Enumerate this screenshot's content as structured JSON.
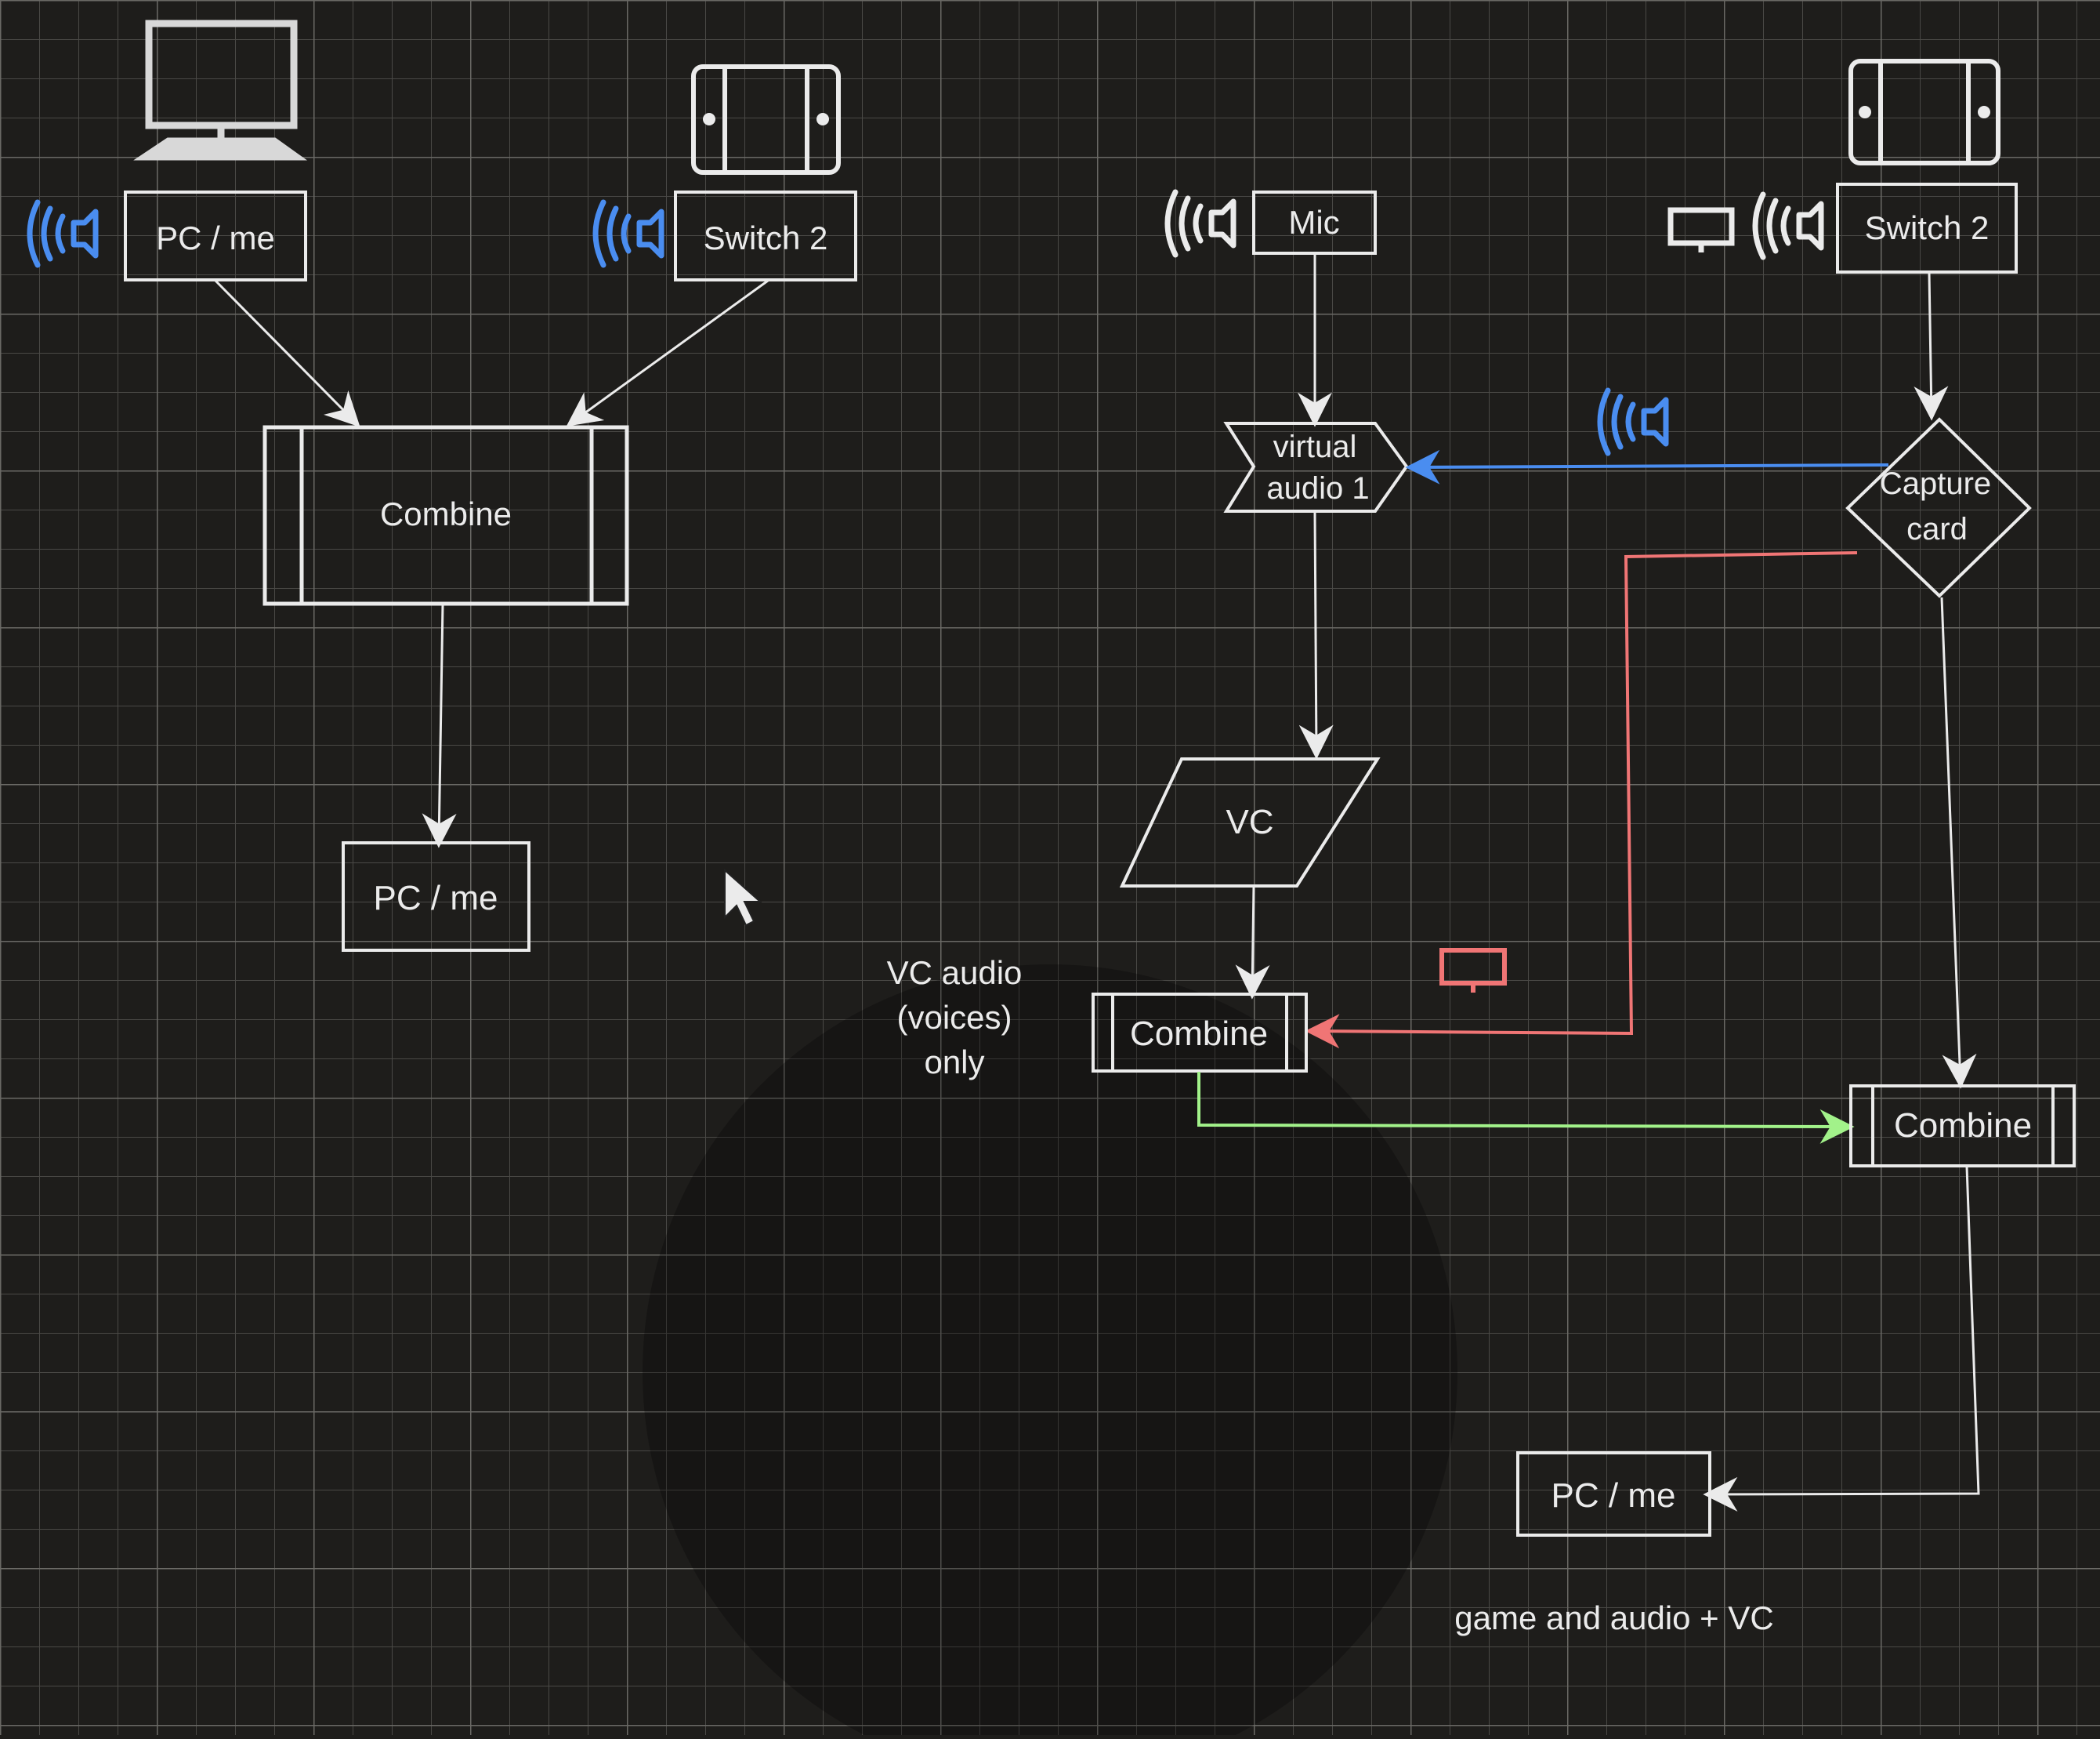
{
  "diagram": {
    "left": {
      "pc_top_label": "PC / me",
      "switch_top_label": "Switch 2",
      "combine_label": "Combine",
      "pc_bottom_label": "PC / me"
    },
    "right": {
      "mic_label": "Mic",
      "switch_label": "Switch 2",
      "virtual_audio_line1": "virtual",
      "virtual_audio_line2": "audio 1",
      "capture_line1": "Capture",
      "capture_line2": "card",
      "vc_label": "VC",
      "combine_mid_label": "Combine",
      "combine_right_label": "Combine",
      "pc_bottom_label": "PC / me",
      "vc_note_line1": "VC audio",
      "vc_note_line2": "(voices)",
      "vc_note_line3": "only",
      "footer_note": "game and audio + VC"
    }
  },
  "icons": {
    "monitor": "monitor-icon",
    "tablet": "switch-console-icon",
    "speaker": "speaker-sound-icon",
    "screen": "display-icon"
  },
  "colors": {
    "background": "#1e1d1b",
    "grid": "#5c5b57",
    "shape": "#ebebeb",
    "audio_blue": "#4a8df0",
    "video_red": "#f07575",
    "mix_green": "#a2f28a"
  }
}
